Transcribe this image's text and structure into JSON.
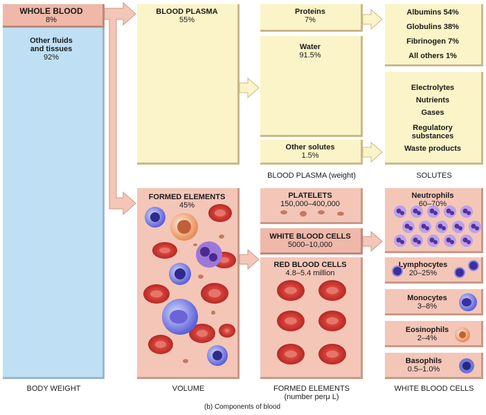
{
  "whole_blood": {
    "title": "WHOLE BLOOD",
    "value": "8%"
  },
  "other_fluids": {
    "title_line1": "Other fluids",
    "title_line2": "and tissues",
    "value": "92%"
  },
  "blood_plasma": {
    "title": "BLOOD PLASMA",
    "value": "55%"
  },
  "proteins": {
    "title": "Proteins",
    "value": "7%"
  },
  "water": {
    "title": "Water",
    "value": "91.5%"
  },
  "other_solutes": {
    "title": "Other solutes",
    "value": "1.5%"
  },
  "protein_types": [
    {
      "label": "Albumins 54%"
    },
    {
      "label": "Globulins 38%"
    },
    {
      "label": "Fibrinogen 7%"
    },
    {
      "label": "All others 1%"
    }
  ],
  "solutes": [
    "Electrolytes",
    "Nutrients",
    "Gases",
    "Regulatory",
    "substances",
    "Waste products"
  ],
  "formed_elements": {
    "title": "FORMED ELEMENTS",
    "value": "45%"
  },
  "platelets": {
    "title": "PLATELETS",
    "value": "150,000–400,000"
  },
  "white_cells": {
    "title": "WHITE BLOOD CELLS",
    "value": "5000–10,000"
  },
  "red_cells": {
    "title": "RED BLOOD CELLS",
    "value": "4.8–5.4 million"
  },
  "wbc_types": {
    "neutrophils": {
      "title": "Neutrophils",
      "value": "60–70%"
    },
    "lymphocytes": {
      "title": "Lymphocytes",
      "value": "20–25%"
    },
    "monocytes": {
      "title": "Monocytes",
      "value": "3–8%"
    },
    "eosinophils": {
      "title": "Eosinophils",
      "value": "2–4%"
    },
    "basophils": {
      "title": "Basophils",
      "value": "0.5–1.0%"
    }
  },
  "column_labels": {
    "body_weight": "BODY WEIGHT",
    "volume": "VOLUME",
    "formed_elements_line1": "FORMED ELEMENTS",
    "formed_elements_line2": "(number perμ L)",
    "white_blood_cells": "WHITE BLOOD CELLS",
    "blood_plasma_weight": "BLOOD PLASMA (weight)",
    "solutes": "SOLUTES"
  },
  "caption": "(b) Components of blood",
  "colors": {
    "cream": "#fbf4c8",
    "pink": "#f4c6b8",
    "blue": "#bfe0f4",
    "rbc": "#d9413a",
    "purple": "#7b55c9"
  }
}
